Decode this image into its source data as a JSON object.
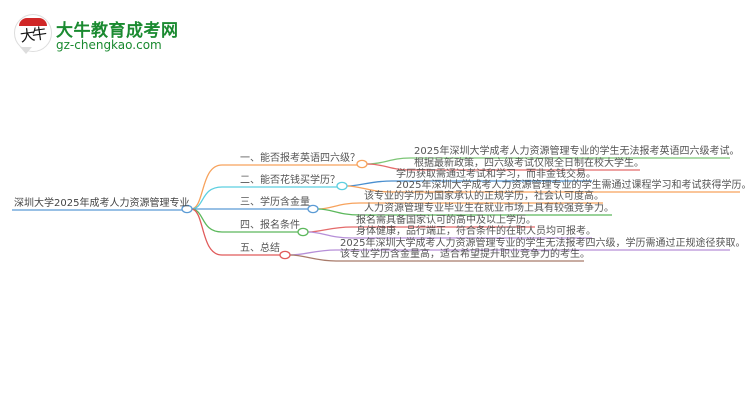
{
  "logo": {
    "title": "大牛教育成考网",
    "url": "gz-chengkao.com",
    "badge_text": "大牛",
    "colors": {
      "brand_green": "#1a8a30",
      "badge_red": "#d02828"
    }
  },
  "mindmap": {
    "root": "深圳大学2025年成考人力资源管理专业",
    "branches": [
      {
        "label": "一、能否报考英语四六级？",
        "color": "#f7a25c",
        "leaves": [
          {
            "text": "2025年深圳大学成考人力资源管理专业的学生无法报考英语四六级考试。",
            "color": "#7cc576"
          },
          {
            "text": "根据最新政策，四六级考试仅限全日制在校大学生。",
            "color": "#e46a6a"
          }
        ]
      },
      {
        "label": "二、能否花钱买学历？",
        "color": "#5ccfe0",
        "leaves": [
          {
            "text": "学历获取需通过考试和学习，而非金钱交易。",
            "color": "#4a8fcf"
          },
          {
            "text": "2025年深圳大学成考人力资源管理专业的学生需通过课程学习和考试获得学历。",
            "color": "#f7a25c"
          }
        ]
      },
      {
        "label": "三、学历含金量",
        "color": "#5b9bd5",
        "leaves": [
          {
            "text": "该专业的学历为国家承认的正规学历，社会认可度高。",
            "color": "#f7a25c"
          },
          {
            "text": "人力资源管理专业毕业生在就业市场上具有较强竞争力。",
            "color": "#5cb85c"
          }
        ]
      },
      {
        "label": "四、报名条件",
        "color": "#5cb85c",
        "leaves": [
          {
            "text": "报名需具备国家认可的高中及以上学历。",
            "color": "#e46a6a"
          },
          {
            "text": "身体健康，品行端正，符合条件的在职人员均可报考。",
            "color": "#b68fd8"
          }
        ]
      },
      {
        "label": "五、总结",
        "color": "#e05a5a",
        "leaves": [
          {
            "text": "2025年深圳大学成考人力资源管理专业的学生无法报考四六级，学历需通过正规途径获取。",
            "color": "#b68fd8"
          },
          {
            "text": "该专业学历含金量高，适合希望提升职业竞争力的考生。",
            "color": "#a87a6a"
          }
        ]
      }
    ]
  }
}
